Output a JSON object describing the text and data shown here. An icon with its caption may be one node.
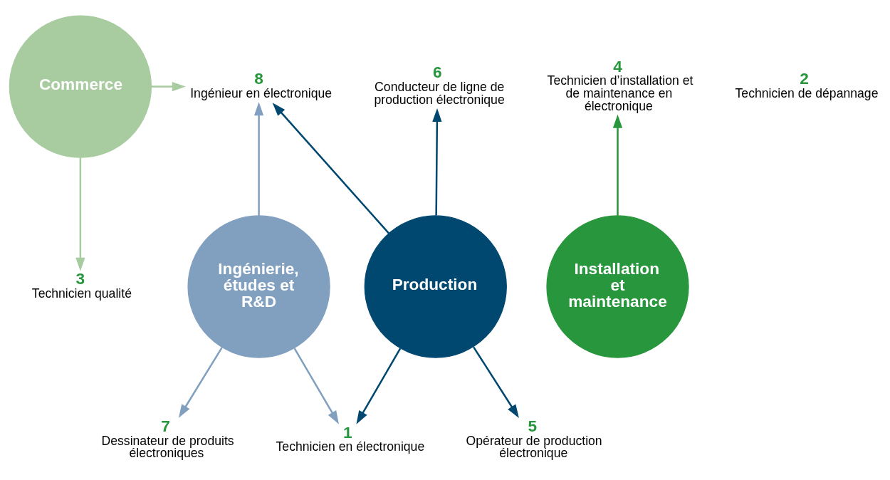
{
  "diagram": {
    "nodes": [
      {
        "text": [
          "Commerce"
        ]
      },
      {
        "text": [
          "6",
          "Conducteur de ligne de production électronique"
        ]
      },
      {
        "text": [
          "8",
          "Ingénieur en électronique"
        ]
      },
      {
        "text": [
          "4",
          "Technicien d’installation et de maintenance en électronique"
        ]
      },
      {
        "text": [
          "Ingénierie, études et R&D"
        ]
      },
      {
        "text": [
          "Production"
        ]
      },
      {
        "text": [
          "Installation et maintenance"
        ]
      },
      {
        "text": [
          "7",
          "Dessinateur de produits électroniques"
        ]
      },
      {
        "text": [
          "1",
          "Technicien en électronique"
        ]
      },
      {
        "text": [
          "2",
          "Technicien de dépannage"
        ]
      },
      {
        "text": [
          "3",
          "Technicien qualité"
        ]
      },
      {
        "text": [
          "5",
          "Opérateur de production électronique"
        ]
      }
    ],
    "edges": [
      {
        "from": 0,
        "to": 2,
        "arrow": "to",
        "color": "#a8cba0"
      },
      {
        "from": 0,
        "to": 10,
        "arrow": "to",
        "color": "#a8cba0"
      },
      {
        "from": 4,
        "to": 2,
        "arrow": "to",
        "color": "#819fbf"
      },
      {
        "from": 4,
        "to": 7,
        "arrow": "to",
        "color": "#819fbf"
      },
      {
        "from": 4,
        "to": 8,
        "arrow": "to",
        "color": "#819fbf"
      },
      {
        "from": 5,
        "to": 2,
        "arrow": "to",
        "color": "#004870"
      },
      {
        "from": 5,
        "to": 1,
        "arrow": "to",
        "color": "#004870"
      },
      {
        "from": 5,
        "to": 8,
        "arrow": "to",
        "color": "#004870"
      },
      {
        "from": 5,
        "to": 11,
        "arrow": "to",
        "color": "#004870"
      },
      {
        "from": 6,
        "to": 3,
        "arrow": "to",
        "color": "#27963c"
      }
    ]
  }
}
